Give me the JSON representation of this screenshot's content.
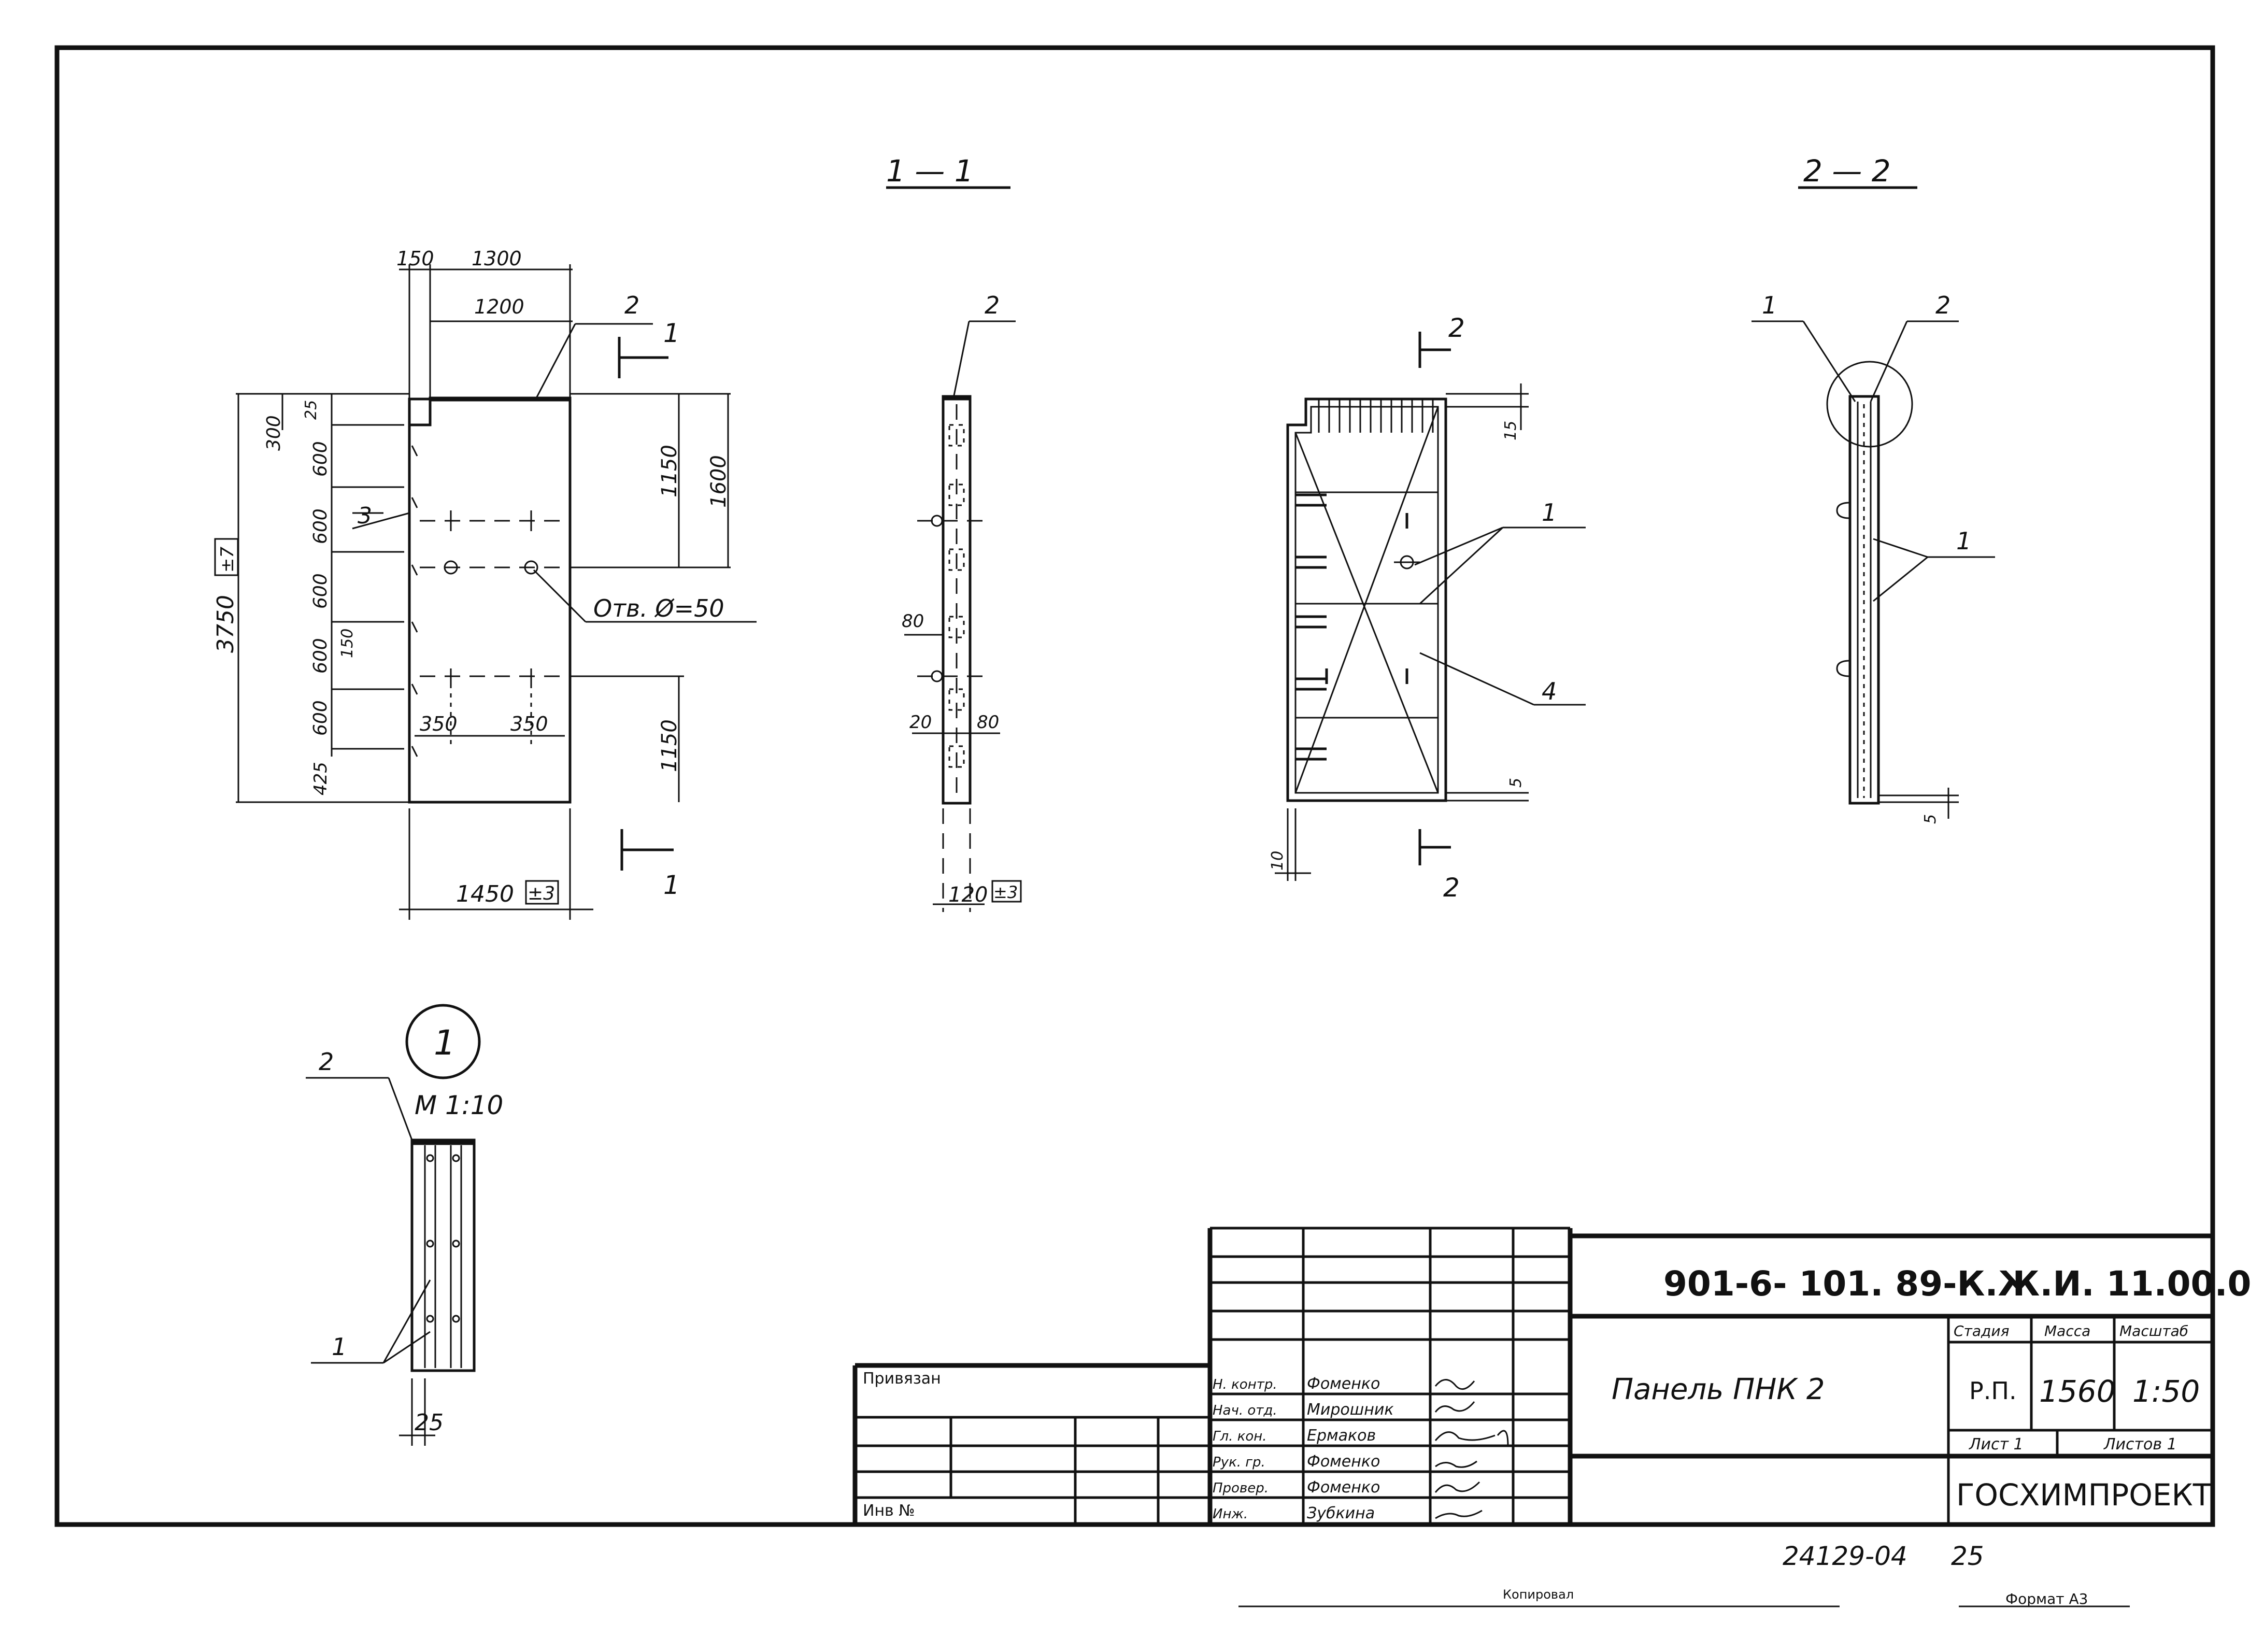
{
  "sections": {
    "s11": "1 — 1",
    "s22": "2 — 2"
  },
  "elevation": {
    "dims": {
      "d150": "150",
      "d1300": "1300",
      "d1200": "1200",
      "d300": "300",
      "d25": "25",
      "d600a": "600",
      "d600b": "600",
      "d600c": "600",
      "d600d": "600",
      "d600e": "600",
      "d425": "425",
      "d150b": "150",
      "d3750": "3750",
      "tol3750": "±7",
      "d1150a": "1150",
      "d1600": "1600",
      "d1150b": "1150",
      "d350a": "350",
      "d350b": "350",
      "d1450": "1450",
      "tol1450": "±3"
    },
    "callouts": {
      "c1top": "1",
      "c2top": "2",
      "c3": "3",
      "c1bottom": "1"
    },
    "hole_note": "Отв. Ø=50"
  },
  "section11": {
    "c2": "2",
    "d80a": "80",
    "d20": "20",
    "d80b": "80",
    "d120": "120",
    "tol120": "±3"
  },
  "plan": {
    "c2top": "2",
    "c1": "1",
    "c4": "4",
    "c2bottom": "2",
    "d15": "15",
    "d5": "5",
    "d10": "10"
  },
  "section22": {
    "c1": "1",
    "c2": "2",
    "c1b": "1",
    "d5": "5"
  },
  "detail": {
    "num": "1",
    "scale": "М 1:10",
    "c2": "2",
    "c1": "1",
    "d25": "25"
  },
  "title_block": {
    "code": "901-6- 101. 89-К.Ж.И. 11.00.0",
    "name": "Панель ПНК 2",
    "stage_label": "Стадия",
    "mass_label": "Масса",
    "scale_label": "Масштаб",
    "stage": "Р.П.",
    "mass": "1560",
    "scale": "1:50",
    "sheet_label": "Лист 1",
    "sheets_label": "Листов 1",
    "org": "ГОСХИМПРОЕКТ",
    "bound": "Привязан",
    "inv": "Инв №",
    "roles": [
      "Н. контр.",
      "Нач. отд.",
      "Гл. кон.",
      "Рук. гр.",
      "Провер.",
      "Инж."
    ],
    "names": [
      "Фоменко",
      "Мирошник",
      "Ермаков",
      "Фоменко",
      "Фоменко",
      "Зубкина"
    ]
  },
  "footer": {
    "number": "24129-04",
    "page": "25",
    "copied": "Копировал",
    "format": "Формат А3"
  }
}
